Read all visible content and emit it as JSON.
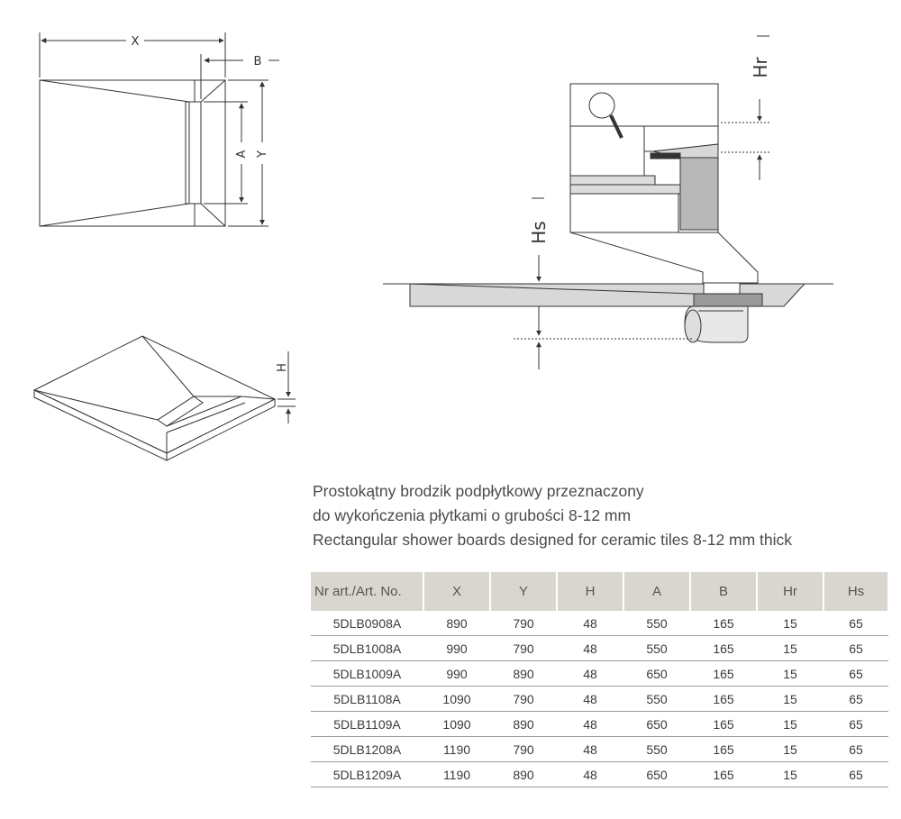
{
  "diagram": {
    "labels": {
      "x": "X",
      "b": "B",
      "a": "A",
      "y": "Y",
      "h": "H",
      "hr": "Hr",
      "hs": "Hs"
    }
  },
  "description": {
    "line1": "Prostokątny brodzik podpłytkowy przeznaczony",
    "line2": "do wykończenia płytkami o  grubości 8-12 mm",
    "line3": "Rectangular shower boards designed for ceramic tiles 8-12 mm thick"
  },
  "table": {
    "headers": [
      "Nr art./Art. No.",
      "X",
      "Y",
      "H",
      "A",
      "B",
      "Hr",
      "Hs"
    ],
    "rows": [
      [
        "5DLB0908A",
        "890",
        "790",
        "48",
        "550",
        "165",
        "15",
        "65"
      ],
      [
        "5DLB1008A",
        "990",
        "790",
        "48",
        "550",
        "165",
        "15",
        "65"
      ],
      [
        "5DLB1009A",
        "990",
        "890",
        "48",
        "650",
        "165",
        "15",
        "65"
      ],
      [
        "5DLB1108A",
        "1090",
        "790",
        "48",
        "550",
        "165",
        "15",
        "65"
      ],
      [
        "5DLB1109A",
        "1090",
        "890",
        "48",
        "650",
        "165",
        "15",
        "65"
      ],
      [
        "5DLB1208A",
        "1190",
        "790",
        "48",
        "550",
        "165",
        "15",
        "65"
      ],
      [
        "5DLB1209A",
        "1190",
        "890",
        "48",
        "650",
        "165",
        "15",
        "65"
      ]
    ]
  },
  "colors": {
    "line": "#333333",
    "header_bg": "#d9d6cf",
    "section_fill": "#d8d8d8",
    "dark_fill": "#9a9a9a"
  }
}
